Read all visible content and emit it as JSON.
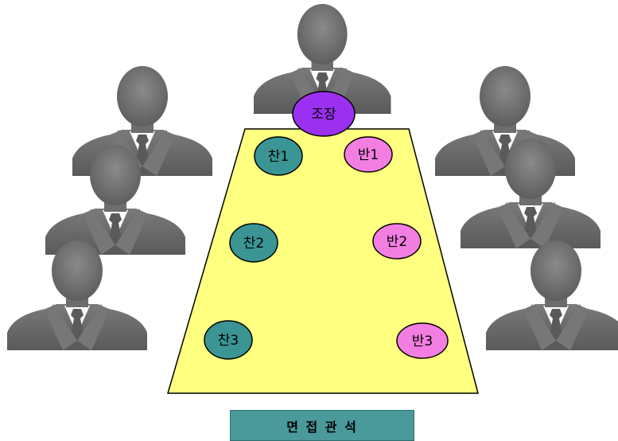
{
  "diagram": {
    "leader": {
      "label": "조장",
      "color": "#9b30f0"
    },
    "pro_side": [
      {
        "label": "찬1"
      },
      {
        "label": "찬2"
      },
      {
        "label": "찬3"
      }
    ],
    "con_side": [
      {
        "label": "반1"
      },
      {
        "label": "반2"
      },
      {
        "label": "반3"
      }
    ],
    "caption": "면 접 관 석",
    "colors": {
      "table": "#ffff80",
      "pro": "#3a9594",
      "con": "#f27ee1",
      "caption_bg": "#4a9a9c",
      "silhouette": "#6b6b6b"
    },
    "interviewers": [
      {
        "icon": "interviewer-silhouette-icon"
      },
      {
        "icon": "interviewer-silhouette-icon"
      },
      {
        "icon": "interviewer-silhouette-icon"
      },
      {
        "icon": "interviewer-silhouette-icon"
      },
      {
        "icon": "interviewer-silhouette-icon"
      },
      {
        "icon": "interviewer-silhouette-icon"
      },
      {
        "icon": "interviewer-silhouette-icon"
      }
    ]
  }
}
